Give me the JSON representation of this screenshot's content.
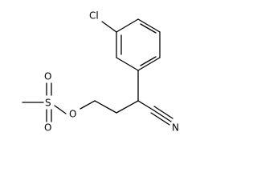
{
  "diagram": {
    "type": "skeletal-structure",
    "labels": {
      "chlorine": "Cl",
      "methyl_sulfur": "S",
      "sulfonyl_oxygen_top": "O",
      "sulfonyl_oxygen_bottom": "O",
      "ester_oxygen": "O",
      "nitrile_nitrogen": "N"
    },
    "colors": {
      "bond": "#000000",
      "label": "#000000",
      "background": "#ffffff"
    }
  }
}
